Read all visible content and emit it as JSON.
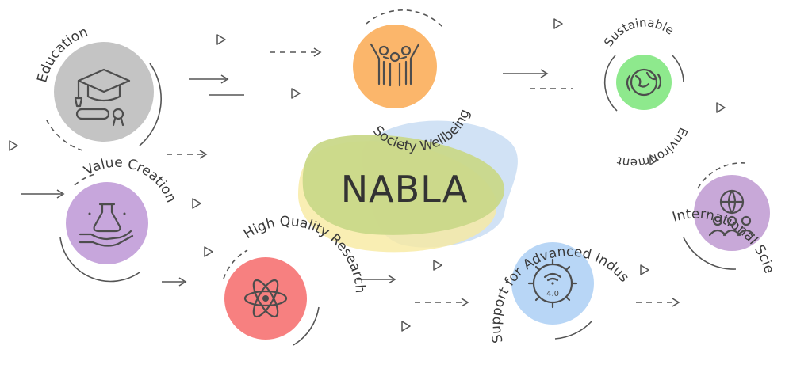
{
  "center": {
    "label": "NABLA"
  },
  "nodes": [
    {
      "id": "education",
      "label": "Education",
      "color": "#c4c4c4",
      "icon": "graduation-cap-diploma-icon"
    },
    {
      "id": "society",
      "label": "Society Wellbeing",
      "color": "#fbb66b",
      "icon": "people-celebrating-icon"
    },
    {
      "id": "sustainable",
      "label_top": "Sustainable",
      "label_bottom": "Environment",
      "color": "#8ee98d",
      "icon": "globe-leaves-icon"
    },
    {
      "id": "value",
      "label": "Value Creation",
      "color": "#c7a6dc",
      "icon": "hand-flask-icon"
    },
    {
      "id": "research",
      "label": "High Quality Research",
      "color": "#f78080",
      "icon": "atom-icon"
    },
    {
      "id": "industry",
      "label": "Support for Advanced Industry",
      "color": "#b8d6f6",
      "icon": "gear-wifi-4-0-icon"
    },
    {
      "id": "international",
      "label": "International Scientific Recognition",
      "color": "#c8a8d8",
      "icon": "globe-people-icon"
    }
  ],
  "colors": {
    "blob_green": "#c9d889",
    "blob_yellow": "#f7eaa0",
    "blob_blue": "#c9ddf3",
    "ink": "#4d4d4d"
  }
}
